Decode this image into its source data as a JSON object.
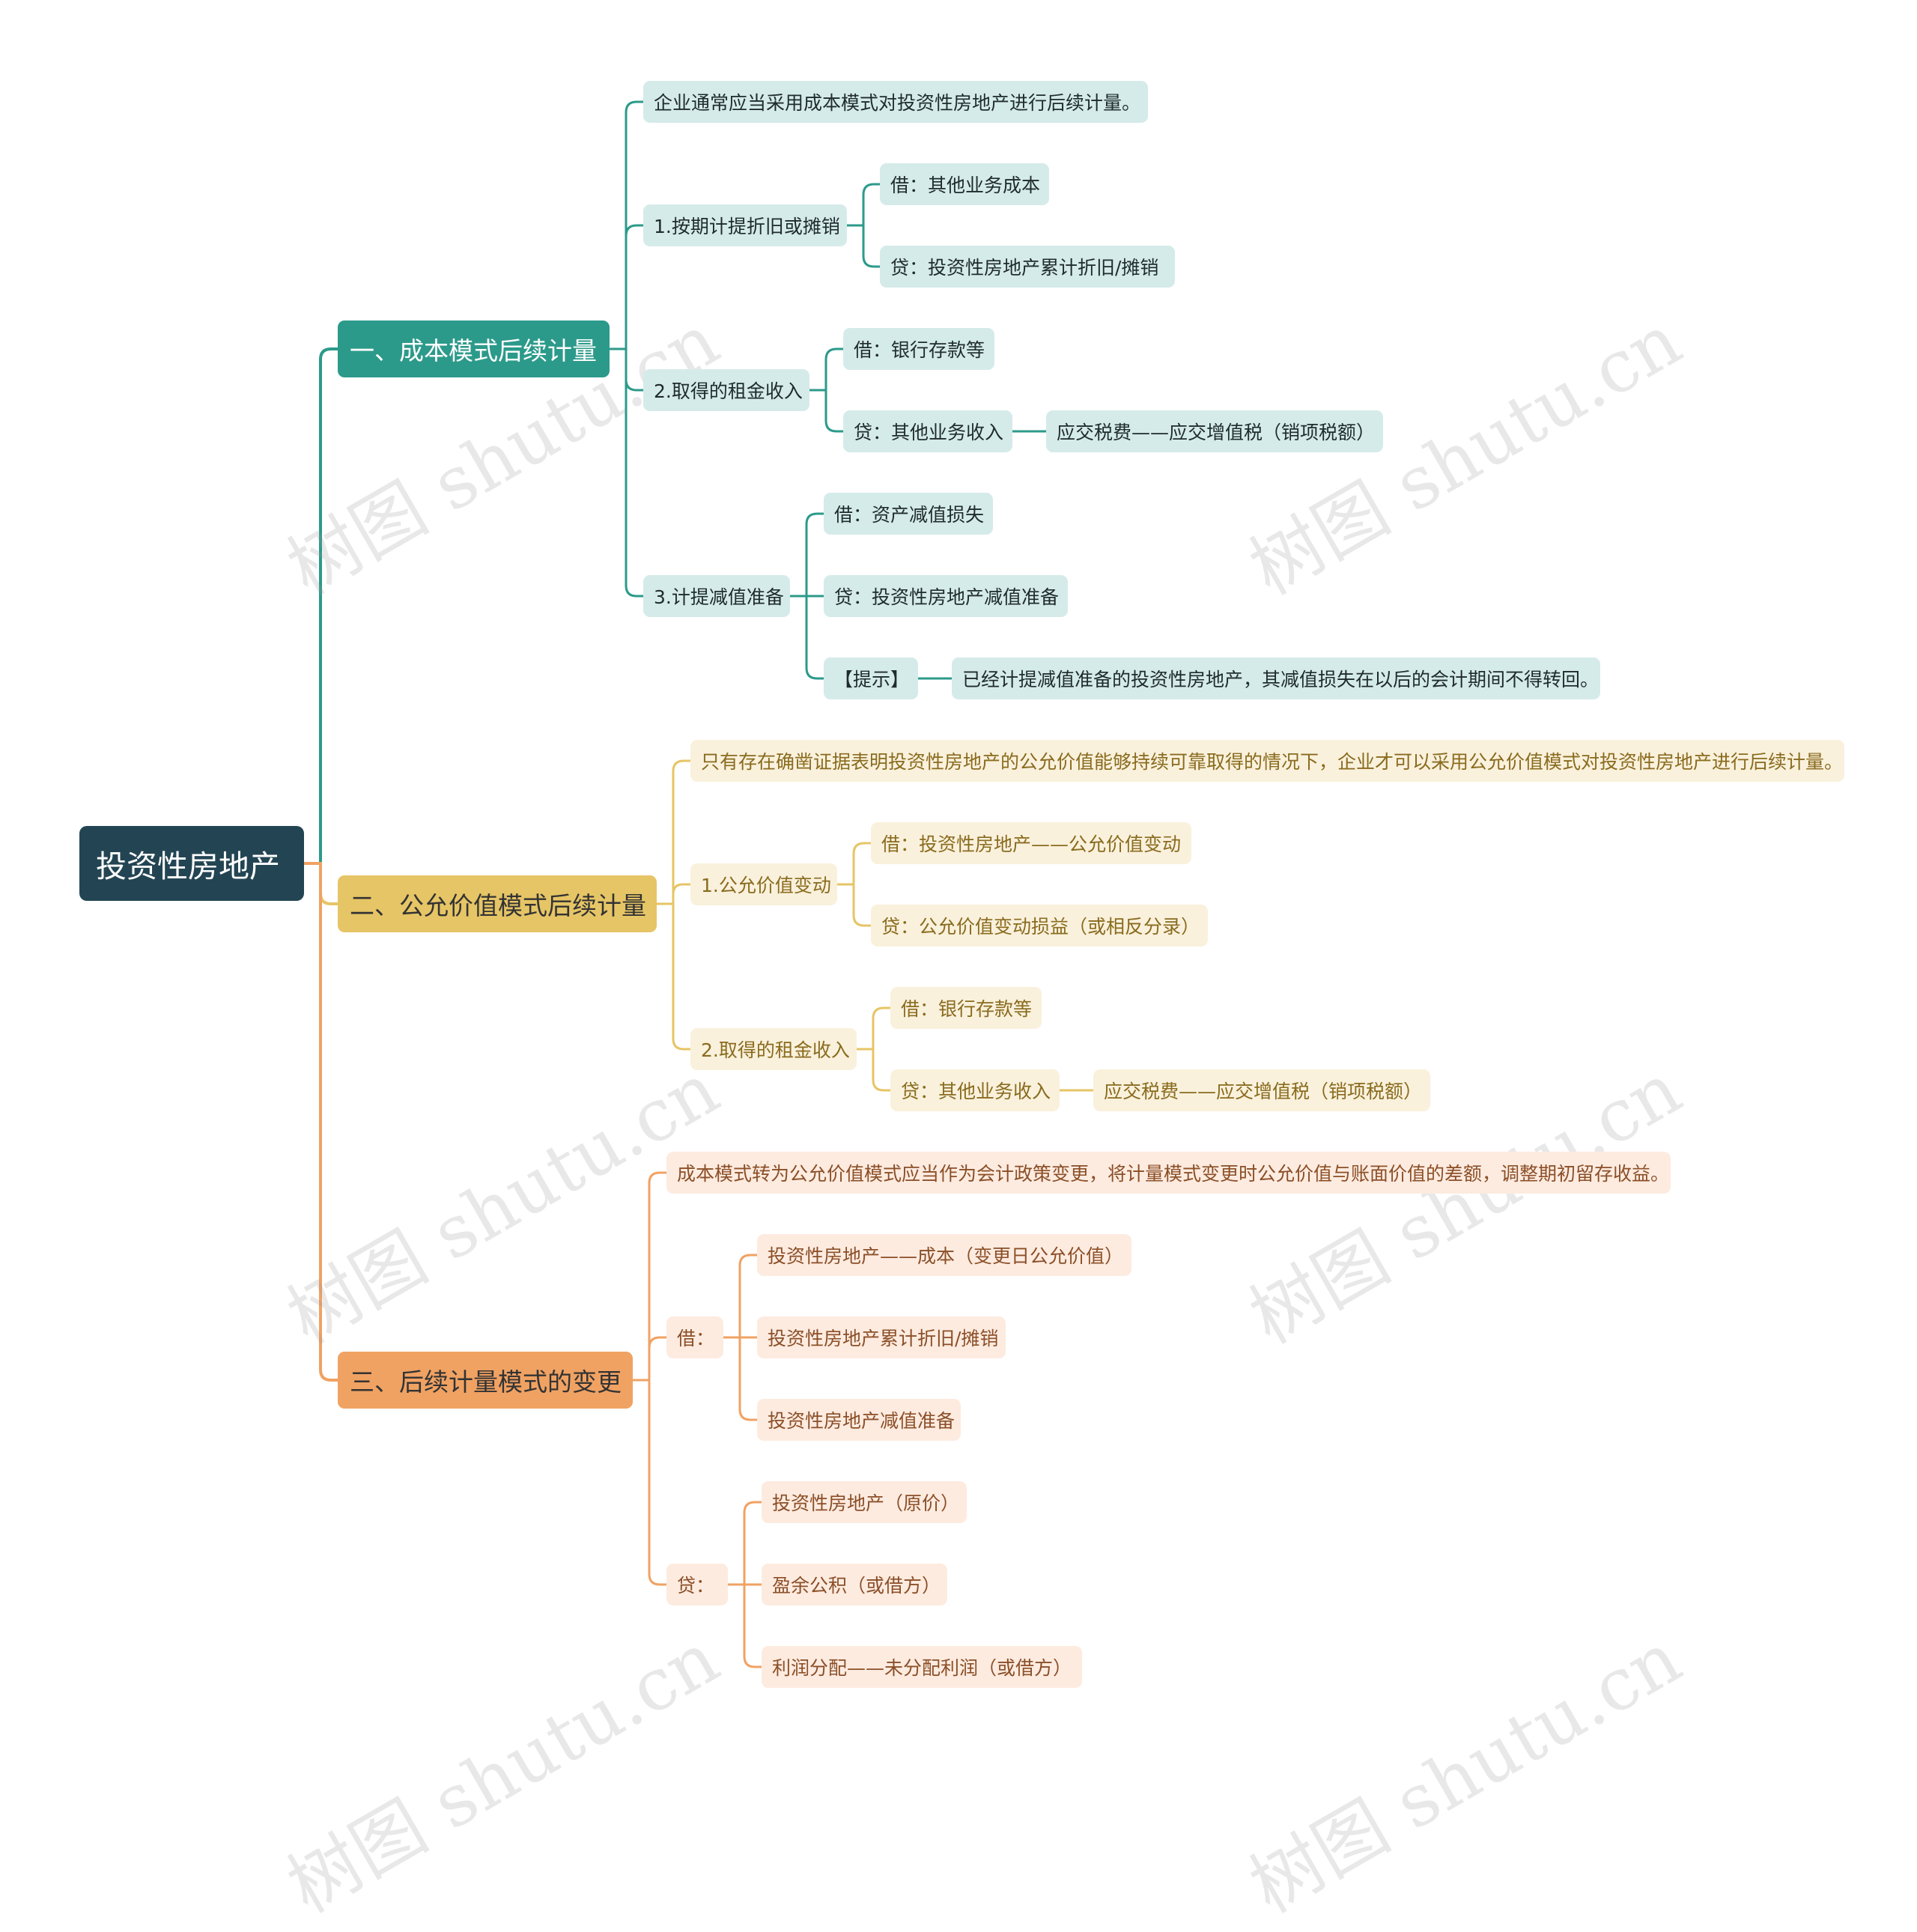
{
  "root": "投资性房地产",
  "watermark": "树图 shutu.cn",
  "colors": {
    "root": "#234553",
    "branch1": "#2c9a8a",
    "branch2": "#e6c566",
    "branch3": "#f0a263"
  },
  "branch1": {
    "title": "一、成本模式后续计量",
    "note": "企业通常应当采用成本模式对投资性房地产进行后续计量。",
    "s1": {
      "label": "1.按期计提折旧或摊销",
      "debit": "借：其他业务成本",
      "credit": "贷：投资性房地产累计折旧/摊销"
    },
    "s2": {
      "label": "2.取得的租金收入",
      "debit": "借：银行存款等",
      "credit": "贷：其他业务收入",
      "credit_extra": "应交税费——应交增值税（销项税额）"
    },
    "s3": {
      "label": "3.计提减值准备",
      "debit": "借：资产减值损失",
      "credit": "贷：投资性房地产减值准备",
      "tip_label": "【提示】",
      "tip": "已经计提减值准备的投资性房地产，其减值损失在以后的会计期间不得转回。"
    }
  },
  "branch2": {
    "title": "二、公允价值模式后续计量",
    "note": "只有存在确凿证据表明投资性房地产的公允价值能够持续可靠取得的情况下，企业才可以采用公允价值模式对投资性房地产进行后续计量。",
    "s1": {
      "label": "1.公允价值变动",
      "debit": "借：投资性房地产——公允价值变动",
      "credit": "贷：公允价值变动损益（或相反分录）"
    },
    "s2": {
      "label": "2.取得的租金收入",
      "debit": "借：银行存款等",
      "credit": "贷：其他业务收入",
      "credit_extra": "应交税费——应交增值税（销项税额）"
    }
  },
  "branch3": {
    "title": "三、后续计量模式的变更",
    "note": "成本模式转为公允价值模式应当作为会计政策变更，将计量模式变更时公允价值与账面价值的差额，调整期初留存收益。",
    "debit": {
      "label": "借：",
      "items": [
        "投资性房地产——成本（变更日公允价值）",
        "投资性房地产累计折旧/摊销",
        "投资性房地产减值准备"
      ]
    },
    "credit": {
      "label": "贷：",
      "items": [
        "投资性房地产（原价）",
        "盈余公积（或借方）",
        "利润分配——未分配利润（或借方）"
      ]
    }
  }
}
